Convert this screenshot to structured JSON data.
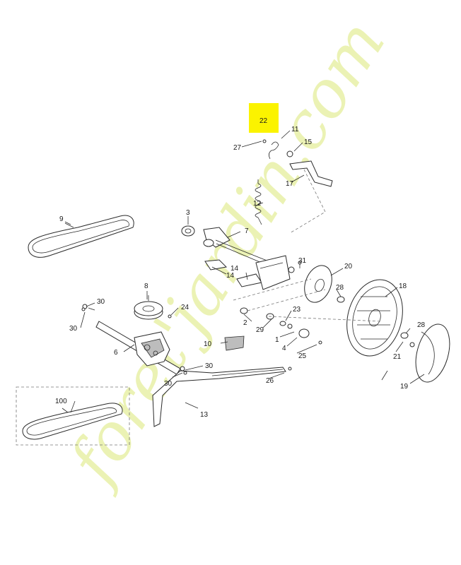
{
  "highlight_color": "#fbf300",
  "watermark": {
    "text": "foret'jardin.com",
    "color_main": "#e8f0a8",
    "color_accent": "#f4c27c",
    "color_dot": "#d9cfc0"
  },
  "callouts": {
    "c1": "1",
    "c2": "2",
    "c3": "3",
    "c4": "4",
    "c6": "6",
    "c7": "7",
    "c8": "8",
    "c9": "9",
    "c10": "10",
    "c11": "11",
    "c12": "12",
    "c13": "13",
    "c14a": "14",
    "c14b": "14",
    "c15": "15",
    "c17": "17",
    "c18": "18",
    "c19": "19",
    "c20": "20",
    "c21": "21",
    "c22": "22",
    "c23": "23",
    "c24": "24",
    "c25": "25",
    "c26": "26",
    "c27": "27",
    "c28a": "28",
    "c28b": "28",
    "c29": "29",
    "c30a": "30",
    "c30b": "30",
    "c30c": "30",
    "c30d": "30",
    "c31": "31",
    "c100": "100"
  }
}
